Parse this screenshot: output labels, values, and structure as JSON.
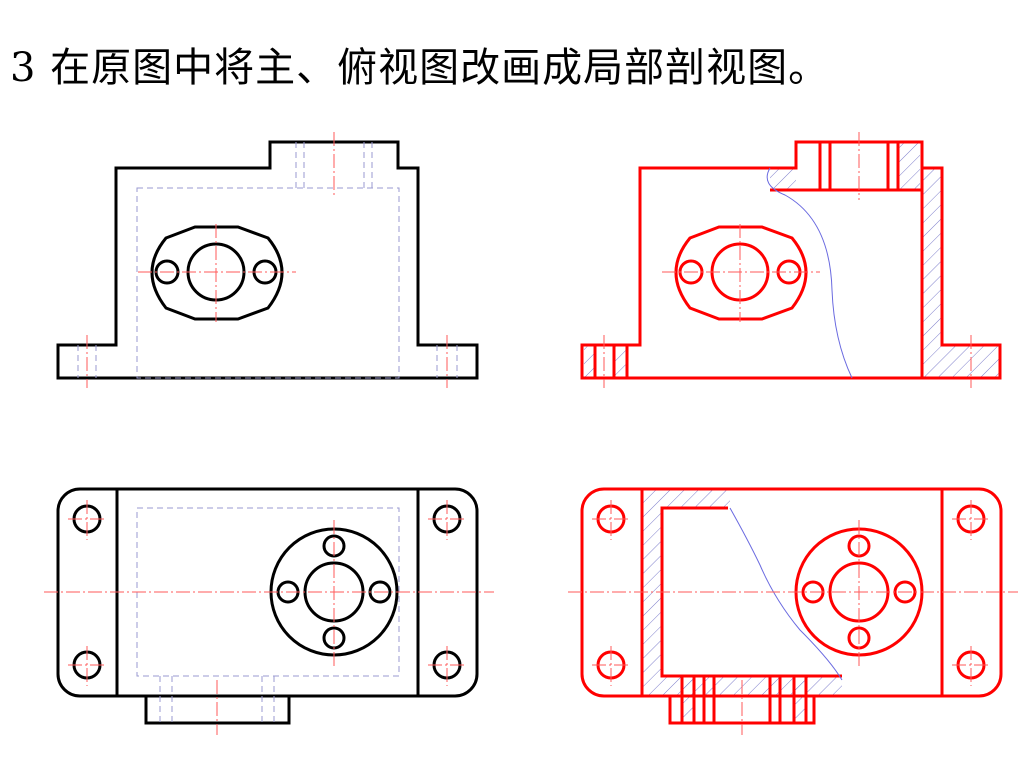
{
  "title": "3 在原图中将主、俯视图改画成局部剖视图。",
  "colors": {
    "original": "#000000",
    "answer": "#ff0000",
    "hidden_lines": "#9a9ad0",
    "center_lines": "#ff5a5a",
    "break_line": "#6a6ae0",
    "hatch": "#8080cc"
  },
  "views": [
    {
      "id": "original-front",
      "kind": "front view"
    },
    {
      "id": "answer-front",
      "kind": "local section front view"
    },
    {
      "id": "original-top",
      "kind": "top view"
    },
    {
      "id": "answer-top",
      "kind": "local section top view"
    }
  ]
}
